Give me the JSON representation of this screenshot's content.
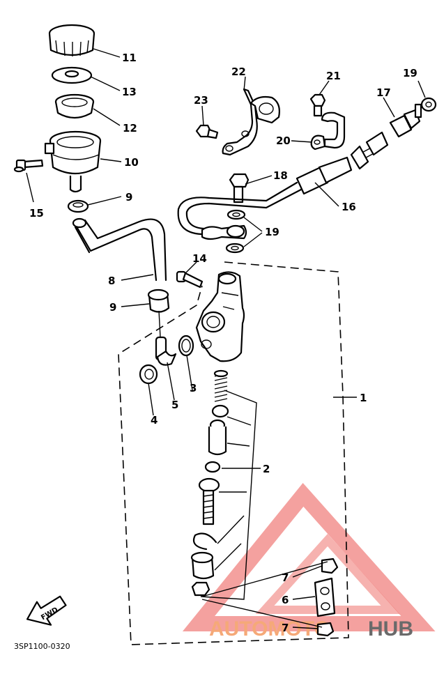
{
  "diagram": {
    "drawing_code": "3SP1100-0320",
    "fwd_label": "FWD",
    "callouts": {
      "c1": "1",
      "c2": "2",
      "c3": "3",
      "c4": "4",
      "c5": "5",
      "c6": "6",
      "c7a": "7",
      "c7b": "7",
      "c8": "8",
      "c9a": "9",
      "c9b": "9",
      "c10": "10",
      "c11": "11",
      "c12": "12",
      "c13": "13",
      "c14": "14",
      "c15": "15",
      "c16": "16",
      "c17": "17",
      "c18": "18",
      "c19a": "19",
      "c19b": "19",
      "c20": "20",
      "c21": "21",
      "c22": "22",
      "c23": "23"
    }
  },
  "watermark": {
    "part1": "AUTOMOTO",
    "part2": "HUB",
    "color_primary": "#e8423c",
    "color_secondary": "#f5a06a",
    "color_hub": "#5a5a5a"
  }
}
